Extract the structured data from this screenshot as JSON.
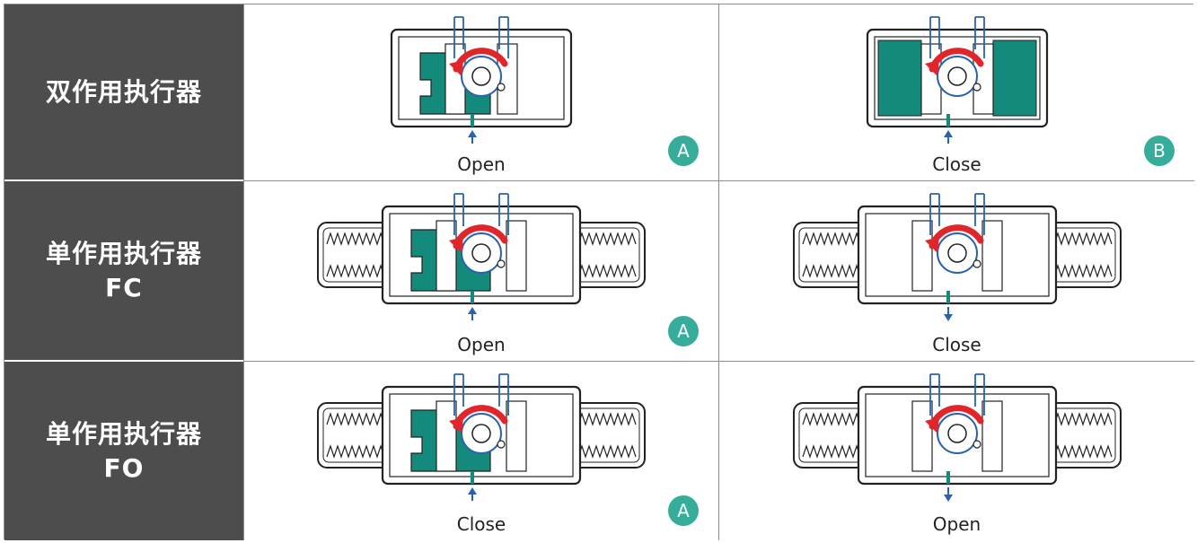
{
  "rows": [
    {
      "label": [
        "双作用执行器"
      ],
      "left": {
        "caption": "Open",
        "badge": "A",
        "arrow": "up",
        "teal": "inner",
        "springs": false
      },
      "right": {
        "caption": "Close",
        "badge": "B",
        "arrow": "up",
        "teal": "outer",
        "springs": false
      }
    },
    {
      "label": [
        "单作用执行器",
        "FC"
      ],
      "left": {
        "caption": "Open",
        "badge": "A",
        "arrow": "up",
        "teal": "inner",
        "springs": true
      },
      "right": {
        "caption": "Close",
        "badge": "",
        "arrow": "down",
        "teal": "none",
        "springs": true
      }
    },
    {
      "label": [
        "单作用执行器",
        "FO"
      ],
      "left": {
        "caption": "Close",
        "badge": "A",
        "arrow": "up",
        "teal": "inner",
        "springs": true
      },
      "right": {
        "caption": "Open",
        "badge": "",
        "arrow": "down",
        "teal": "none",
        "springs": true
      }
    }
  ],
  "colors": {
    "label_bg": "#4d4d4d",
    "teal": "#138a7c",
    "badge": "#35ad9a",
    "arrow_red": "#e0262b",
    "shaft_blue": "#2a62b0"
  }
}
